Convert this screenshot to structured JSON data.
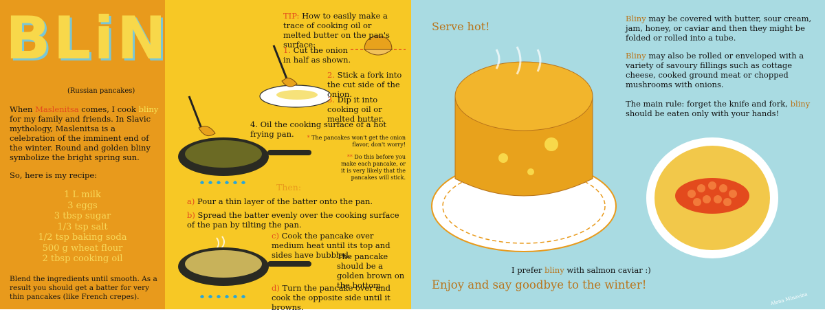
{
  "left": {
    "title": "BLiNY",
    "subtitle": "(Russian pancakes)",
    "intro_a": "When ",
    "intro_maslenitsa": "Maslenitsa",
    "intro_b": " comes, I cook ",
    "intro_bliny": "bliny",
    "intro_c": " for my family and friends. In Slavic mythology, Maslenitsa is a celebration of the imminent end of the winter. Round and golden bliny symbolize the bright spring sun.",
    "recipe_lead": "So, here is my recipe:",
    "ingredients": [
      "1 L milk",
      "3 eggs",
      "3 tbsp sugar",
      "1/3 tsp salt",
      "1/2 tsp baking soda",
      "500 g wheat flour",
      "2 tbsp cooking oil"
    ],
    "blend": "Blend the ingredients until smooth. As a result you should get a batter for very thin pancakes (like French crepes)."
  },
  "middle": {
    "tip_label": "TIP:",
    "tip_text": " How to easily make a trace of cooking oil or melted butter on the pan's surface:",
    "step1_num": "1.",
    "step1": " Cut the onion in half as shown.",
    "step2_num": "2.",
    "step2": " Stick a fork into the cut side of the onion.",
    "step3_num": "3.",
    "step3": " Dip it into cooking oil or melted butter.",
    "step4": "4. Oil the cooking surface of a hot frying pan.",
    "note1_star": "* ",
    "note1": "The pancakes won't get the onion flavor, don't worry!",
    "note2_star": "** ",
    "note2": "Do this before you make each pancake, or it is very likely that the pancakes will stick.",
    "then": "Then:",
    "step_a_lbl": "a)",
    "step_a": " Pour a thin layer of the batter onto the pan.",
    "step_b_lbl": "b)",
    "step_b": " Spread the batter evenly over the cooking surface of the pan by tilting the pan.",
    "step_c_lbl": "c)",
    "step_c": " Cook the pancake over medium heat until its top and sides have bubbled.",
    "step_c2": "The pancake should be a golden brown on the bottom.",
    "step_d_lbl": "d)",
    "step_d": " Turn the pancake over and cook the opposite side until it browns."
  },
  "right": {
    "serve_hot": "Serve hot!",
    "cover_bliny": "Bliny",
    "cover_text": " may be covered with butter, sour cream, jam, honey, or caviar and then they might be folded or rolled into a tube.",
    "rolled_bliny": "Bliny",
    "rolled_text": " may also be rolled or enveloped with a variety of savoury fillings such as cottage cheese, cooked ground meat or chopped mushrooms with onions.",
    "rule_a": "The main rule: forget the knife and fork, ",
    "rule_bliny": "bliny",
    "rule_b": " should be eaten only with your hands!",
    "prefer_a": "I prefer ",
    "prefer_bliny": "bliny",
    "prefer_b": " with salmon caviar :)",
    "goodbye": "Enjoy and say goodbye to the winter!",
    "signature": "Alena Minavina"
  },
  "colors": {
    "panel_left": "#e89a1c",
    "panel_mid": "#f7c825",
    "panel_right": "#a9dbe2",
    "highlight_red": "#e34a1d",
    "highlight_gold": "#b8741b"
  }
}
